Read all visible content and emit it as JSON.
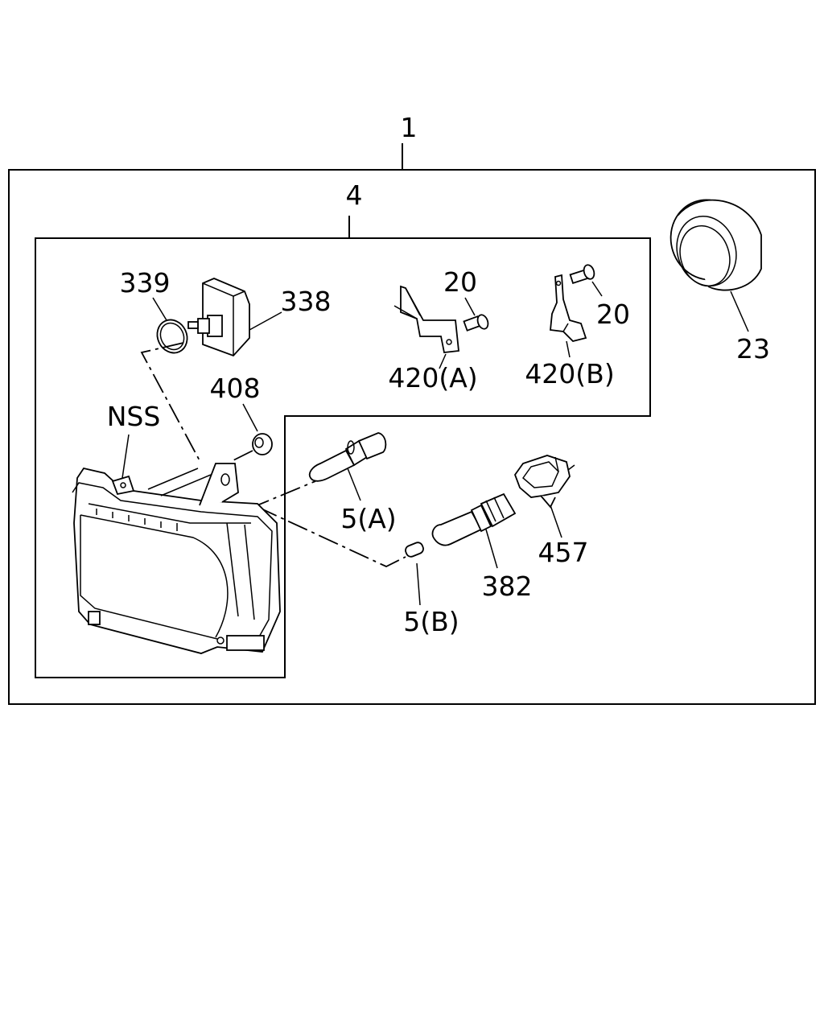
{
  "diagram": {
    "labels": {
      "assembly": "1",
      "housing_sub": "4",
      "ring": "23",
      "o_ring": "339",
      "actuator": "338",
      "bracket_a": "420(A)",
      "bracket_b": "420(B)",
      "screw_a": "20",
      "screw_b": "20",
      "grommet": "408",
      "nss": "NSS",
      "bulb_a": "5(A)",
      "bulb_b": "5(B)",
      "socket": "382",
      "connector": "457"
    }
  }
}
